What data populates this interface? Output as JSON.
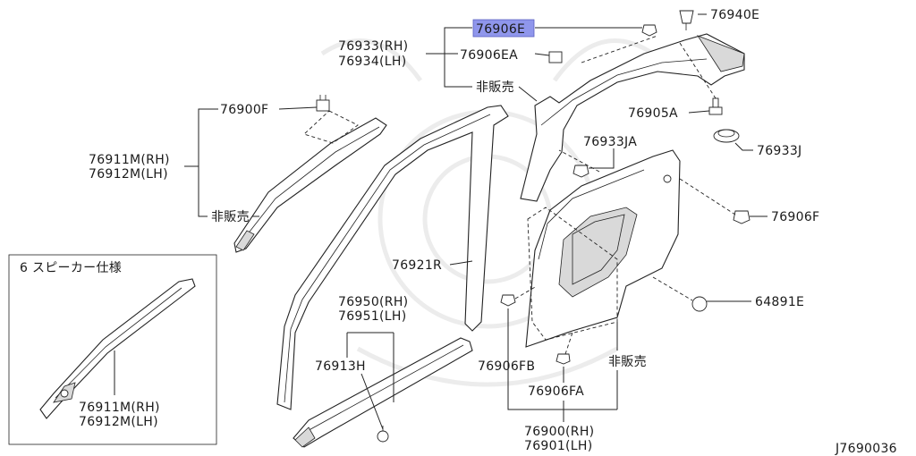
{
  "diagram_id": "J7690036",
  "colors": {
    "highlight": "#8f96ec",
    "line": "#222222",
    "text": "#1a1a1a"
  },
  "labels": {
    "p76906E": "76906E",
    "p76940E": "76940E",
    "p76933rh": "76933(RH)",
    "p76934lh": "76934(LH)",
    "p76906EA": "76906EA",
    "not_sold_top": "非販売",
    "p76905A": "76905A",
    "p76933JA": "76933JA",
    "p76933J": "76933J",
    "p76900F": "76900F",
    "p76911rh": "76911M(RH)",
    "p76912lh": "76912M(LH)",
    "not_sold_left": "非販売",
    "p76906F": "76906F",
    "p76921R": "76921R",
    "p76950rh": "76950(RH)",
    "p76951lh": "76951(LH)",
    "p64891E": "64891E",
    "p76913H": "76913H",
    "p76906FB": "76906FB",
    "not_sold_right": "非販売",
    "p76906FA": "76906FA",
    "p76900rh": "76900(RH)",
    "p76901lh": "76901(LH)",
    "inset_title": "6 スピーカー仕様",
    "inset_rh": "76911M(RH)",
    "inset_lh": "76912M(LH)"
  }
}
